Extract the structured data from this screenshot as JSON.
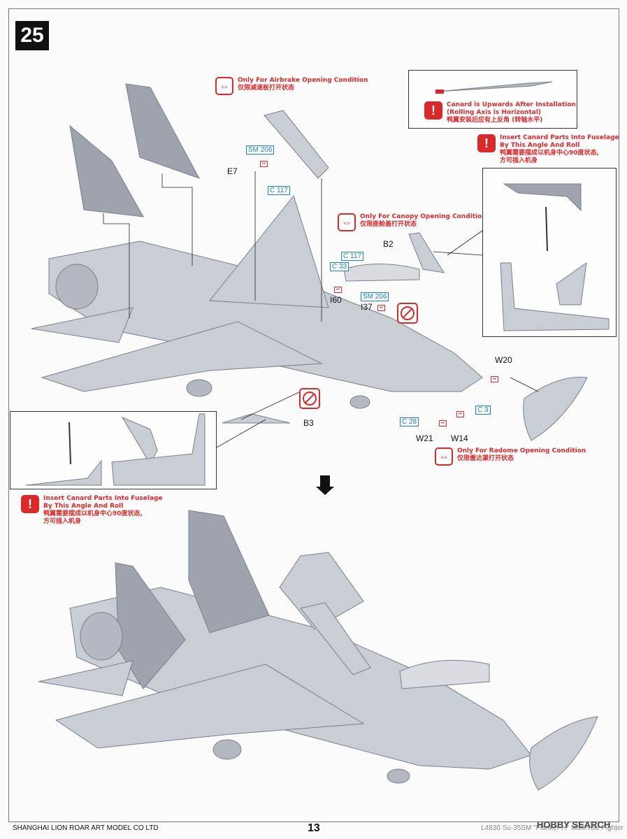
{
  "step": {
    "number": "25"
  },
  "notes": {
    "airbrake": {
      "en": "Only For Airbrake Opening Condition",
      "cn": "仅限减速板打开状态",
      "icon": "double-arrow-icon"
    },
    "canopy": {
      "en": "Only For Canopy Opening Condition",
      "cn": "仅限座舱盖打开状态",
      "icon": "double-arrow-icon"
    },
    "radome": {
      "en": "Only For Radome Opening Condition",
      "cn": "仅限雷达罩打开状态",
      "icon": "double-arrow-icon"
    },
    "canard_up": {
      "line1": "Canard is Upwards After Installation",
      "line2": "(Rolling Axis is Horizontal)",
      "cn": "鸭翼安装后应有上反角 (转轴水平)",
      "icon": "exclamation-icon"
    },
    "canard_insert_top": {
      "line1": "Insert Canard Parts Into Fuselage",
      "line2": "By This Angle And Roll",
      "cn1": "鸭翼需要摆成以机身中心90度状态,",
      "cn2": "方可插入机身",
      "icon": "exclamation-icon"
    },
    "canard_insert_bottom": {
      "line1": "Insert Canard Parts Into Fuselage",
      "line2": "By This Angle And Roll",
      "cn1": "鸭翼需要摆成以机身中心90度状态,",
      "cn2": "方可插入机身",
      "icon": "exclamation-icon"
    }
  },
  "part_boxes": {
    "sm206_a": "SM 206",
    "c117_a": "C 117",
    "c117_b": "C 117",
    "c33": "C 33",
    "sm206_b": "SM 206",
    "c3": "C 3",
    "c28": "C 28"
  },
  "part_labels": {
    "e7": "E7",
    "b2": "B2",
    "i60": "I60",
    "i37": "I37",
    "w20": "W20",
    "w21": "W21",
    "w14": "W14",
    "b3": "B3"
  },
  "glue_mark": "••",
  "colors": {
    "accent_red": "#d9292b",
    "part_blue": "#1a7fc3",
    "model_gray": "#c9cdd4"
  },
  "footer": {
    "company": "SHANGHAI LION ROAR ART MODEL CO LTD",
    "page": "13",
    "product": "L4830 Su-35SM \"Flanker-H\" Multi-role Fighter",
    "watermark": "HOBBY SEARCH"
  }
}
